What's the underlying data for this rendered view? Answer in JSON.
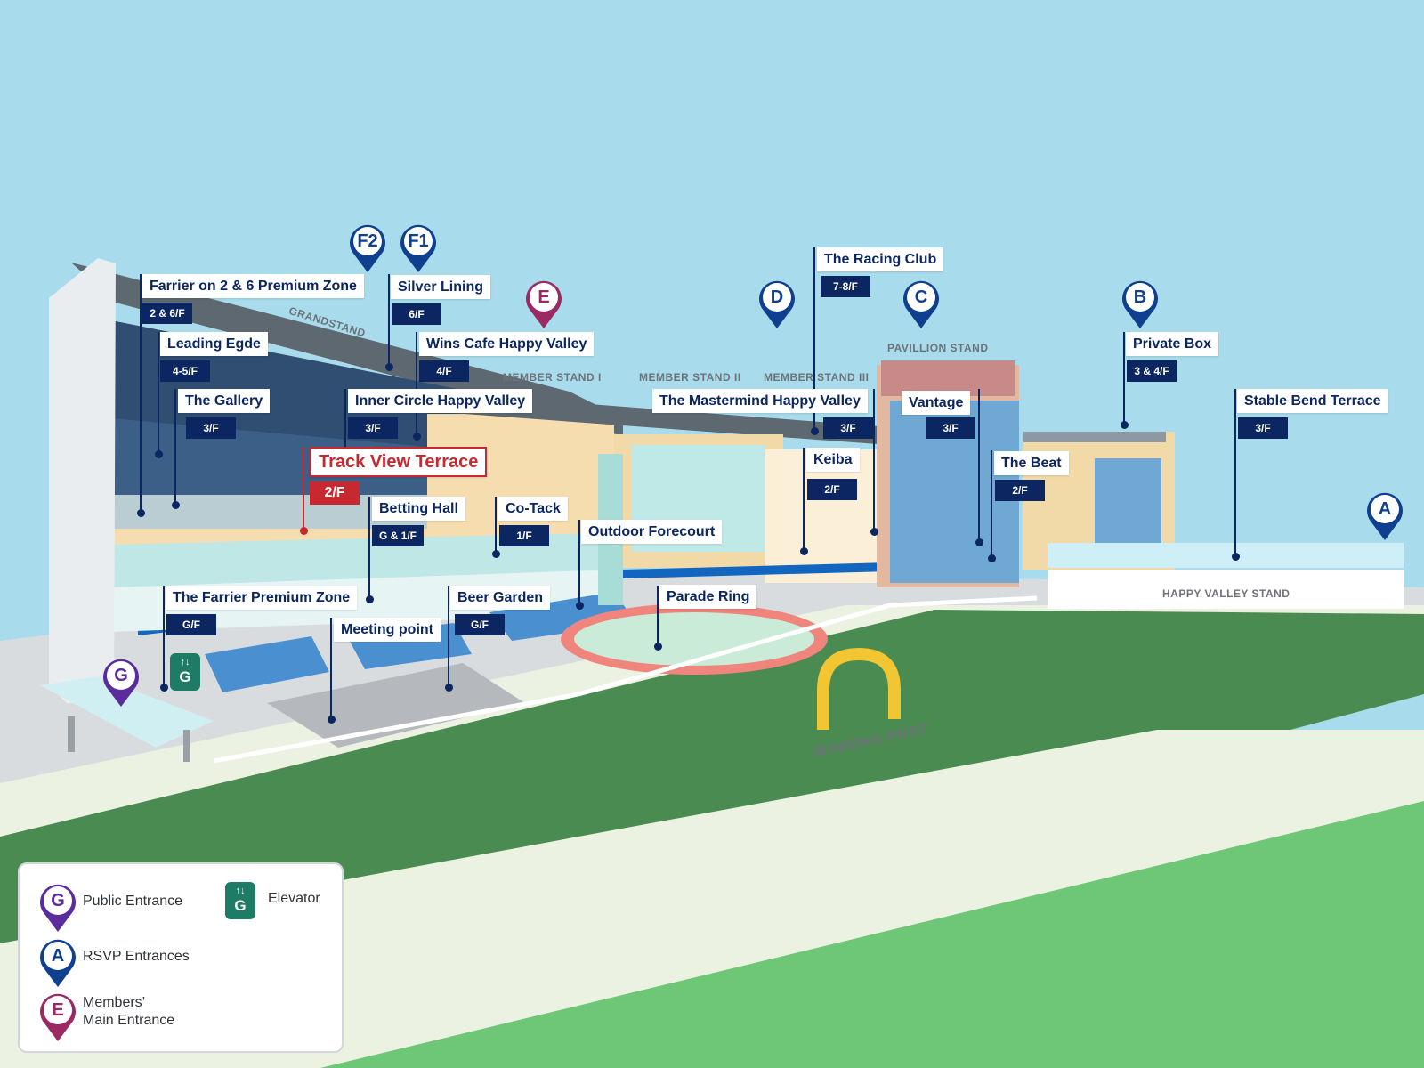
{
  "colors": {
    "sky": "#A8DCEC",
    "navy": "#0B2660",
    "highlight": "#C8282F",
    "grass_dark": "#4A8B52",
    "grass_light": "#6DC777",
    "track_pale": "#ECF2E1",
    "pin_blue": "#0F3F8F",
    "pin_purple": "#5B2C9D",
    "pin_magenta": "#9B2A64",
    "elevator": "#1E7C66",
    "winning_post": "#F2C532"
  },
  "venues": [
    {
      "name": "Farrier on 2 & 6 Premium Zone",
      "floor": "2 & 6/F",
      "highlight": false
    },
    {
      "name": "Leading Egde",
      "floor": "4-5/F",
      "highlight": false
    },
    {
      "name": "The Gallery",
      "floor": "3/F",
      "highlight": false
    },
    {
      "name": "Silver Lining",
      "floor": "6/F",
      "highlight": false
    },
    {
      "name": "Wins Cafe Happy Valley",
      "floor": "4/F",
      "highlight": false
    },
    {
      "name": "Inner Circle Happy Valley",
      "floor": "3/F",
      "highlight": false
    },
    {
      "name": "Track View Terrace",
      "floor": "2/F",
      "highlight": true
    },
    {
      "name": "Betting Hall",
      "floor": "G & 1/F",
      "highlight": false
    },
    {
      "name": "Co-Tack",
      "floor": "1/F",
      "highlight": false
    },
    {
      "name": "Outdoor Forecourt",
      "floor": "",
      "highlight": false
    },
    {
      "name": "The Farrier Premium Zone",
      "floor": "G/F",
      "highlight": false
    },
    {
      "name": "Beer Garden",
      "floor": "G/F",
      "highlight": false
    },
    {
      "name": "Meeting point",
      "floor": "",
      "highlight": false
    },
    {
      "name": "Parade Ring",
      "floor": "",
      "highlight": false
    },
    {
      "name": "The Racing Club",
      "floor": "7-8/F",
      "highlight": false
    },
    {
      "name": "The Mastermind Happy Valley",
      "floor": "3/F",
      "highlight": false
    },
    {
      "name": "Keiba",
      "floor": "2/F",
      "highlight": false
    },
    {
      "name": "Vantage",
      "floor": "3/F",
      "highlight": false
    },
    {
      "name": "The Beat",
      "floor": "2/F",
      "highlight": false
    },
    {
      "name": "Private Box",
      "floor": "3 & 4/F",
      "highlight": false
    },
    {
      "name": "Stable Bend Terrace",
      "floor": "3/F",
      "highlight": false
    }
  ],
  "stands": [
    "GRANDSTAND",
    "MEMBER STAND I",
    "MEMBER STAND II",
    "MEMBER STAND III",
    "PAVILLION STAND",
    "HAPPY VALLEY STAND"
  ],
  "winning_post": "WINNING POST",
  "pins": [
    {
      "letter": "F2",
      "icon": "map-pin",
      "color": "#0F3F8F"
    },
    {
      "letter": "F1",
      "icon": "map-pin",
      "color": "#0F3F8F"
    },
    {
      "letter": "E",
      "icon": "map-pin",
      "color": "#9B2A64"
    },
    {
      "letter": "D",
      "icon": "map-pin",
      "color": "#0F3F8F"
    },
    {
      "letter": "C",
      "icon": "map-pin",
      "color": "#0F3F8F"
    },
    {
      "letter": "B",
      "icon": "map-pin",
      "color": "#0F3F8F"
    },
    {
      "letter": "A",
      "icon": "map-pin",
      "color": "#0F3F8F"
    },
    {
      "letter": "G",
      "icon": "map-pin",
      "color": "#5B2C9D"
    }
  ],
  "elevator": {
    "letter": "G",
    "arrows": "↑↓",
    "icon": "elevator-icon"
  },
  "legend": {
    "public_entrance": {
      "letter": "G",
      "label": "Public Entrance"
    },
    "elevator": {
      "letter": "G",
      "arrows": "↑↓",
      "label": "Elevator"
    },
    "rsvp": {
      "letter": "A",
      "label": "RSVP Entrances"
    },
    "members_main": {
      "letter": "E",
      "line1": "Members’",
      "line2": "Main Entrance"
    }
  }
}
